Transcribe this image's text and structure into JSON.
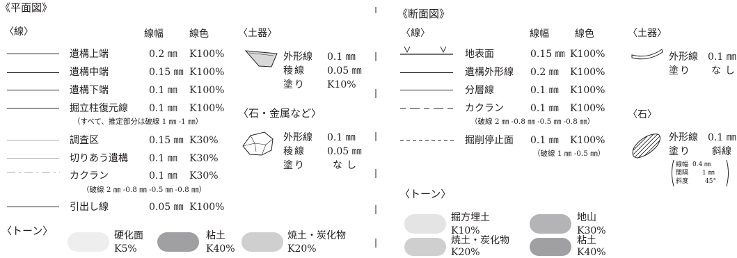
{
  "left": {
    "title": "《平面図》",
    "lines_heading": "〈線〉",
    "col_width": "線幅",
    "col_color": "線色",
    "lines": [
      {
        "name": "遺構上端",
        "width": "0.2 ㎜",
        "color": "K100%"
      },
      {
        "name": "遺構中端",
        "width": "0.15 ㎜",
        "color": "K100%"
      },
      {
        "name": "遺構下端",
        "width": "0.1 ㎜",
        "color": "K100%"
      },
      {
        "name": "掘立柱復元線",
        "width": "0.1 ㎜",
        "color": "K100%"
      },
      {
        "name": "調査区",
        "width": "0.15 ㎜",
        "color": "K30%"
      },
      {
        "name": "切りあう遺構",
        "width": "0.1 ㎜",
        "color": "K30%"
      },
      {
        "name": "カクラン",
        "width": "0.1 ㎜",
        "color": "K30%"
      },
      {
        "name": "引出し線",
        "width": "0.05 ㎜",
        "color": "K100%"
      }
    ],
    "note_pillar": "（すべて、推定部分は破線 1 ㎜ -1 ㎜）",
    "note_kakuran": "（破線 2 ㎜ -0.8 ㎜ -0.5 ㎜ -0.8 ㎜）",
    "pottery": {
      "heading": "〈土器〉",
      "rows": [
        {
          "label": "外形線",
          "value": "0.1 ㎜"
        },
        {
          "label": "稜線",
          "value": "0.05 ㎜"
        },
        {
          "label": "塗り",
          "value": "K10%"
        }
      ]
    },
    "stone": {
      "heading": "〈石・金属など〉",
      "rows": [
        {
          "label": "外形線",
          "value": "0.1 ㎜"
        },
        {
          "label": "稜線",
          "value": "0.05 ㎜"
        },
        {
          "label": "塗り",
          "value": "なし"
        }
      ]
    },
    "tone": {
      "heading": "〈トーン〉",
      "items": [
        {
          "label": "硬化面",
          "value": "K5%",
          "color": "#eeeeef"
        },
        {
          "label": "粘土",
          "value": "K40%",
          "color": "#a0a0a2"
        },
        {
          "label": "焼土・炭化物",
          "value": "K20%",
          "color": "#cfcfd0"
        }
      ]
    }
  },
  "right": {
    "title": "《断面図》",
    "lines_heading": "〈線〉",
    "col_width": "線幅",
    "col_color": "線色",
    "lines": [
      {
        "name": "地表面",
        "width": "0.15 ㎜",
        "color": "K100%"
      },
      {
        "name": "遺構外形線",
        "width": "0.2 ㎜",
        "color": "K100%"
      },
      {
        "name": "分層線",
        "width": "0.1 ㎜",
        "color": "K100%"
      },
      {
        "name": "カクラン",
        "width": "0.1 ㎜",
        "color": "K100%"
      },
      {
        "name": "掘削停止面",
        "width": "0.1 ㎜",
        "color": "K100%"
      }
    ],
    "note_kakuran": "（破線 2 ㎜ -0.8 ㎜ -0.5 ㎜ -0.8 ㎜）",
    "note_stop": "（破線 1 ㎜ -0.5 ㎜）",
    "pottery": {
      "heading": "〈土器〉",
      "rows": [
        {
          "label": "外形線",
          "value": "0.1 ㎜"
        },
        {
          "label": "塗り",
          "value": "なし"
        }
      ]
    },
    "stone": {
      "heading": "〈石〉",
      "rows": [
        {
          "label": "外形線",
          "value": "0.1 ㎜"
        },
        {
          "label": "塗り",
          "value": "斜線"
        }
      ],
      "hatch_spec": [
        {
          "label": "線幅",
          "value": "0.4 ㎜"
        },
        {
          "label": "間隔",
          "value": "1 ㎜"
        },
        {
          "label": "斜度",
          "value": "45°"
        }
      ]
    },
    "tone": {
      "heading": "〈トーン〉",
      "items": [
        {
          "label": "掘方埋土",
          "value": "K10%",
          "color": "#e4e4e5"
        },
        {
          "label": "地山",
          "value": "K30%",
          "color": "#b4b4b6"
        },
        {
          "label": "焼土・炭化物",
          "value": "K20%",
          "color": "#cfcfd0"
        },
        {
          "label": "粘土",
          "value": "K40%",
          "color": "#a0a0a2"
        }
      ]
    }
  }
}
